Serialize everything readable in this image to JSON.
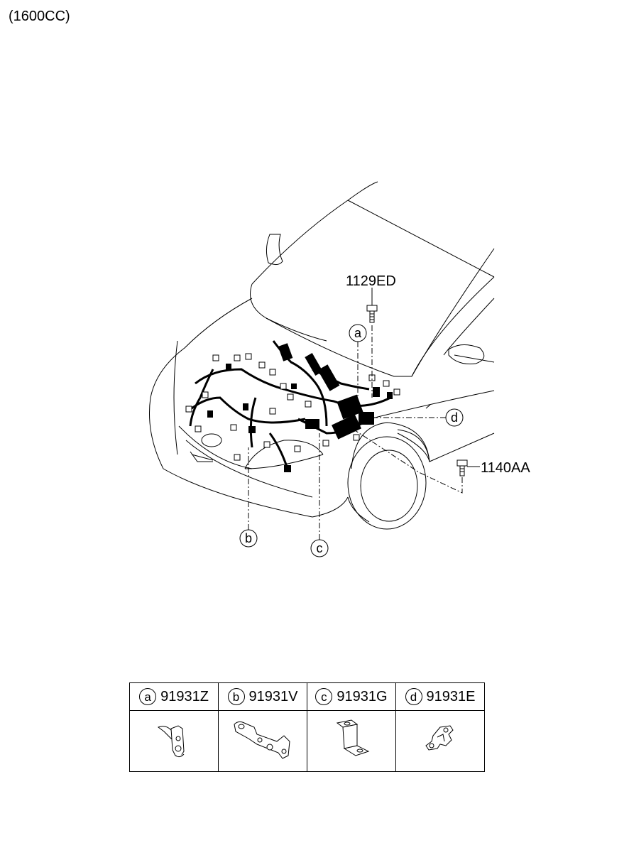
{
  "header": {
    "variant": "(1600CC)"
  },
  "callouts": {
    "bolt_top": "1129ED",
    "bolt_right": "1140AA",
    "a": "a",
    "b": "b",
    "c": "c",
    "d": "d"
  },
  "parts_table": [
    {
      "letter": "a",
      "part_no": "91931Z",
      "icon": "clip-bracket-icon"
    },
    {
      "letter": "b",
      "part_no": "91931V",
      "icon": "long-bracket-icon"
    },
    {
      "letter": "c",
      "part_no": "91931G",
      "icon": "z-bracket-icon"
    },
    {
      "letter": "d",
      "part_no": "91931E",
      "icon": "small-bracket-icon"
    }
  ]
}
